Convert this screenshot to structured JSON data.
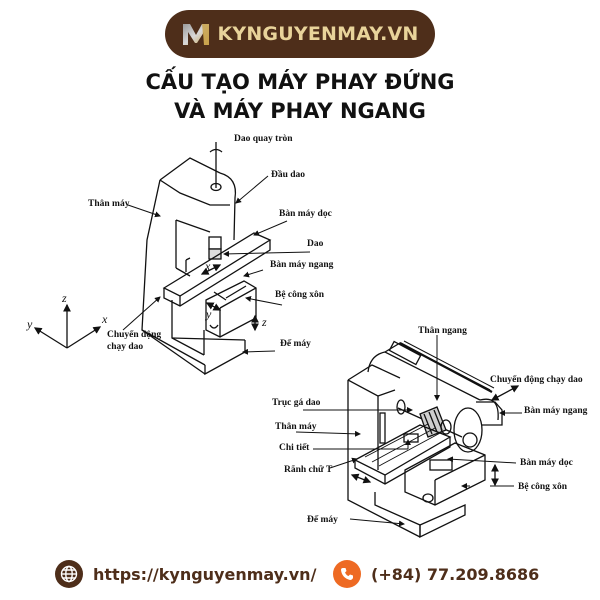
{
  "brand": {
    "name": "KYNGUYENMAY.VN",
    "pill_color": "#4e2e1a",
    "text_color": "#e8d39a"
  },
  "title": {
    "line1": "CẤU TẠO MÁY PHAY ĐỨNG",
    "line2": "VÀ MÁY PHAY NGANG"
  },
  "vertical_mill": {
    "labels": {
      "rotating_tool": "Dao quay tròn",
      "tool_head": "Đầu dao",
      "body": "Thân máy",
      "longitudinal_table": "Bàn máy dọc",
      "tool": "Dao",
      "cross_table": "Bàn máy ngang",
      "knee": "Bệ công xôn",
      "feed_motion_1": "Chuyển động",
      "feed_motion_2": "chạy dao",
      "base": "Đế máy"
    },
    "axes": {
      "x": "x",
      "y": "y",
      "z": "z"
    }
  },
  "horizontal_mill": {
    "labels": {
      "overarm": "Thân ngang",
      "feed_motion": "Chuyển động chạy dao",
      "arbor": "Trục gá dao",
      "cross_table": "Bàn máy ngang",
      "body": "Thân máy",
      "workpiece": "Chi tiết",
      "t_slot": "Rãnh chữ T",
      "longitudinal_table": "Bàn máy dọc",
      "knee": "Bệ công xôn",
      "base": "Đế máy"
    }
  },
  "footer": {
    "website": "https://kynguyenmay.vn/",
    "website_icon": "globe-icon",
    "phone": "(+84) 77.209.8686",
    "phone_icon": "phone-icon",
    "phone_icon_color": "#ee6a23"
  }
}
